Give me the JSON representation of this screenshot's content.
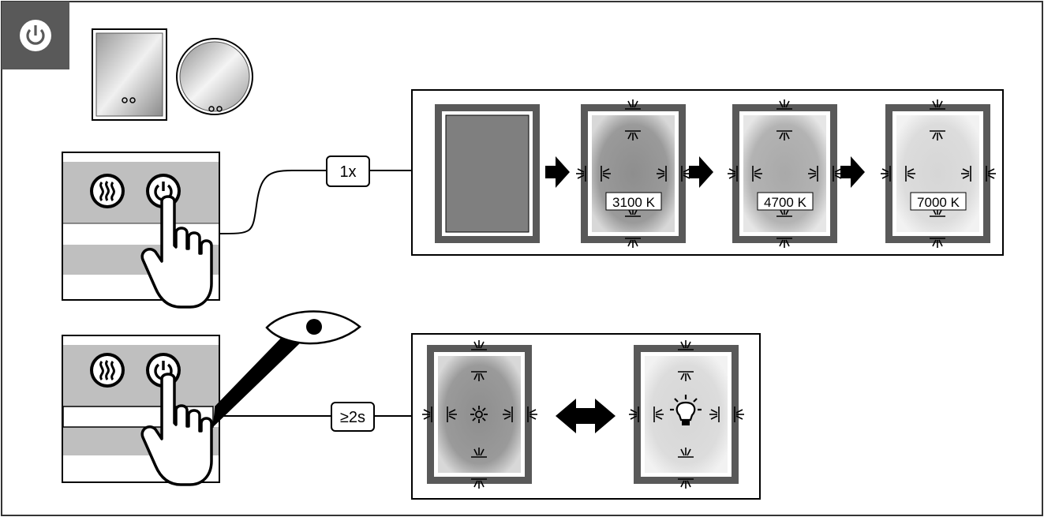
{
  "header": {
    "icon": "power-icon"
  },
  "steps": {
    "press_once_label": "1x",
    "hold_label": "≥2s"
  },
  "color_temps": {
    "t1": "3100 K",
    "t2": "4700 K",
    "t3": "7000 K"
  },
  "icons": {
    "heater": "heater-icon",
    "power": "power-icon",
    "hand": "hand-press-icon",
    "eye": "eye-icon",
    "arrow": "arrow-right-icon",
    "double_arrow": "double-arrow-icon",
    "bulb": "light-bulb-icon",
    "brightness": "brightness-icon"
  },
  "colors": {
    "frame_dark": "#595959",
    "mirror_dark": "#8c8c8c",
    "mirror_mid": "#a6a6a6",
    "mirror_light": "#d9d9d9",
    "panel_band": "#bfbfbf"
  }
}
